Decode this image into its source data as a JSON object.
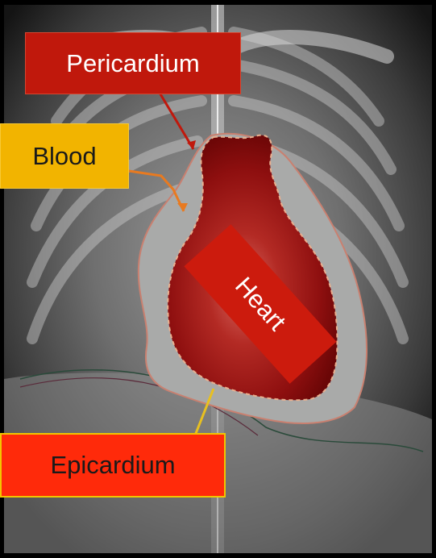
{
  "labels": {
    "pericardium": "Pericardium",
    "blood": "Blood",
    "heart": "Heart",
    "epicardium": "Epicardium"
  },
  "colors": {
    "pericardium_label": "#c0180c",
    "blood_label": "#f2b400",
    "epicardium_label": "#ff2a0a",
    "heart_label": "#cc1b0d",
    "heart_fill": "#9b1010",
    "pericardial_space": "#a9aaa9"
  },
  "image": {
    "subject": "chest-xray-heart-overlay"
  }
}
